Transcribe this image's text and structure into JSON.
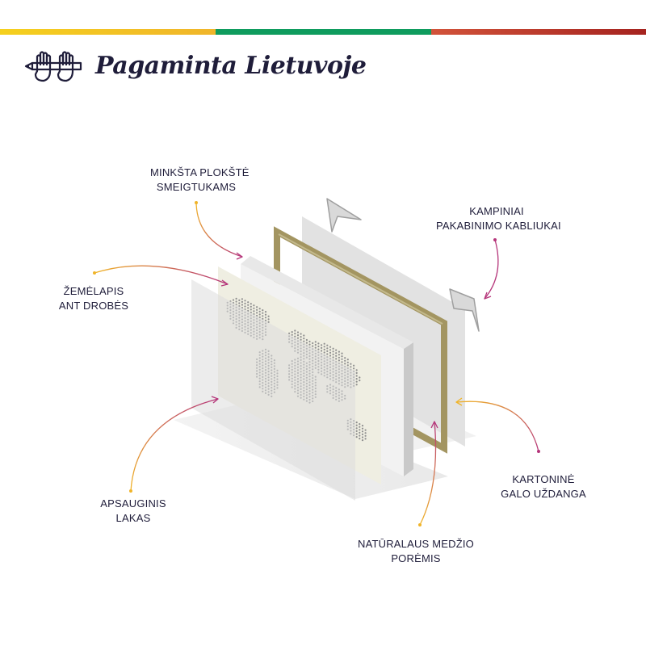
{
  "brand": {
    "name": "Pagaminta Lietuvoje"
  },
  "colors": {
    "yellow": "#f2c11a",
    "green": "#0f9c5e",
    "red": "#c0392b",
    "callout_yellow": "#f0b429",
    "callout_magenta": "#b5357a",
    "frame_wood": "#a39561",
    "map_canvas": "#efeee2",
    "text": "#1f1d3a"
  },
  "labels": {
    "soft_board": {
      "line1": "MINKŠTA PLOKŠTĖ",
      "line2": "SMEIGTUKAMS"
    },
    "map_canvas": {
      "line1": "ŽEMĖLAPIS",
      "line2": "ANT DROBĖS"
    },
    "corner_hooks": {
      "line1": "KAMPINIAI",
      "line2": "PAKABINIMO KABLIUKAI"
    },
    "protective_sheet": {
      "line1": "APSAUGINIS",
      "line2": "LAKAS"
    },
    "back_cover": {
      "line1": "KARTONINĖ",
      "line2": "GALO UŽDANGA"
    },
    "wood_frame": {
      "line1": "NATŪRALAUS MEDŽIO",
      "line2": "PORĖMIS"
    }
  }
}
